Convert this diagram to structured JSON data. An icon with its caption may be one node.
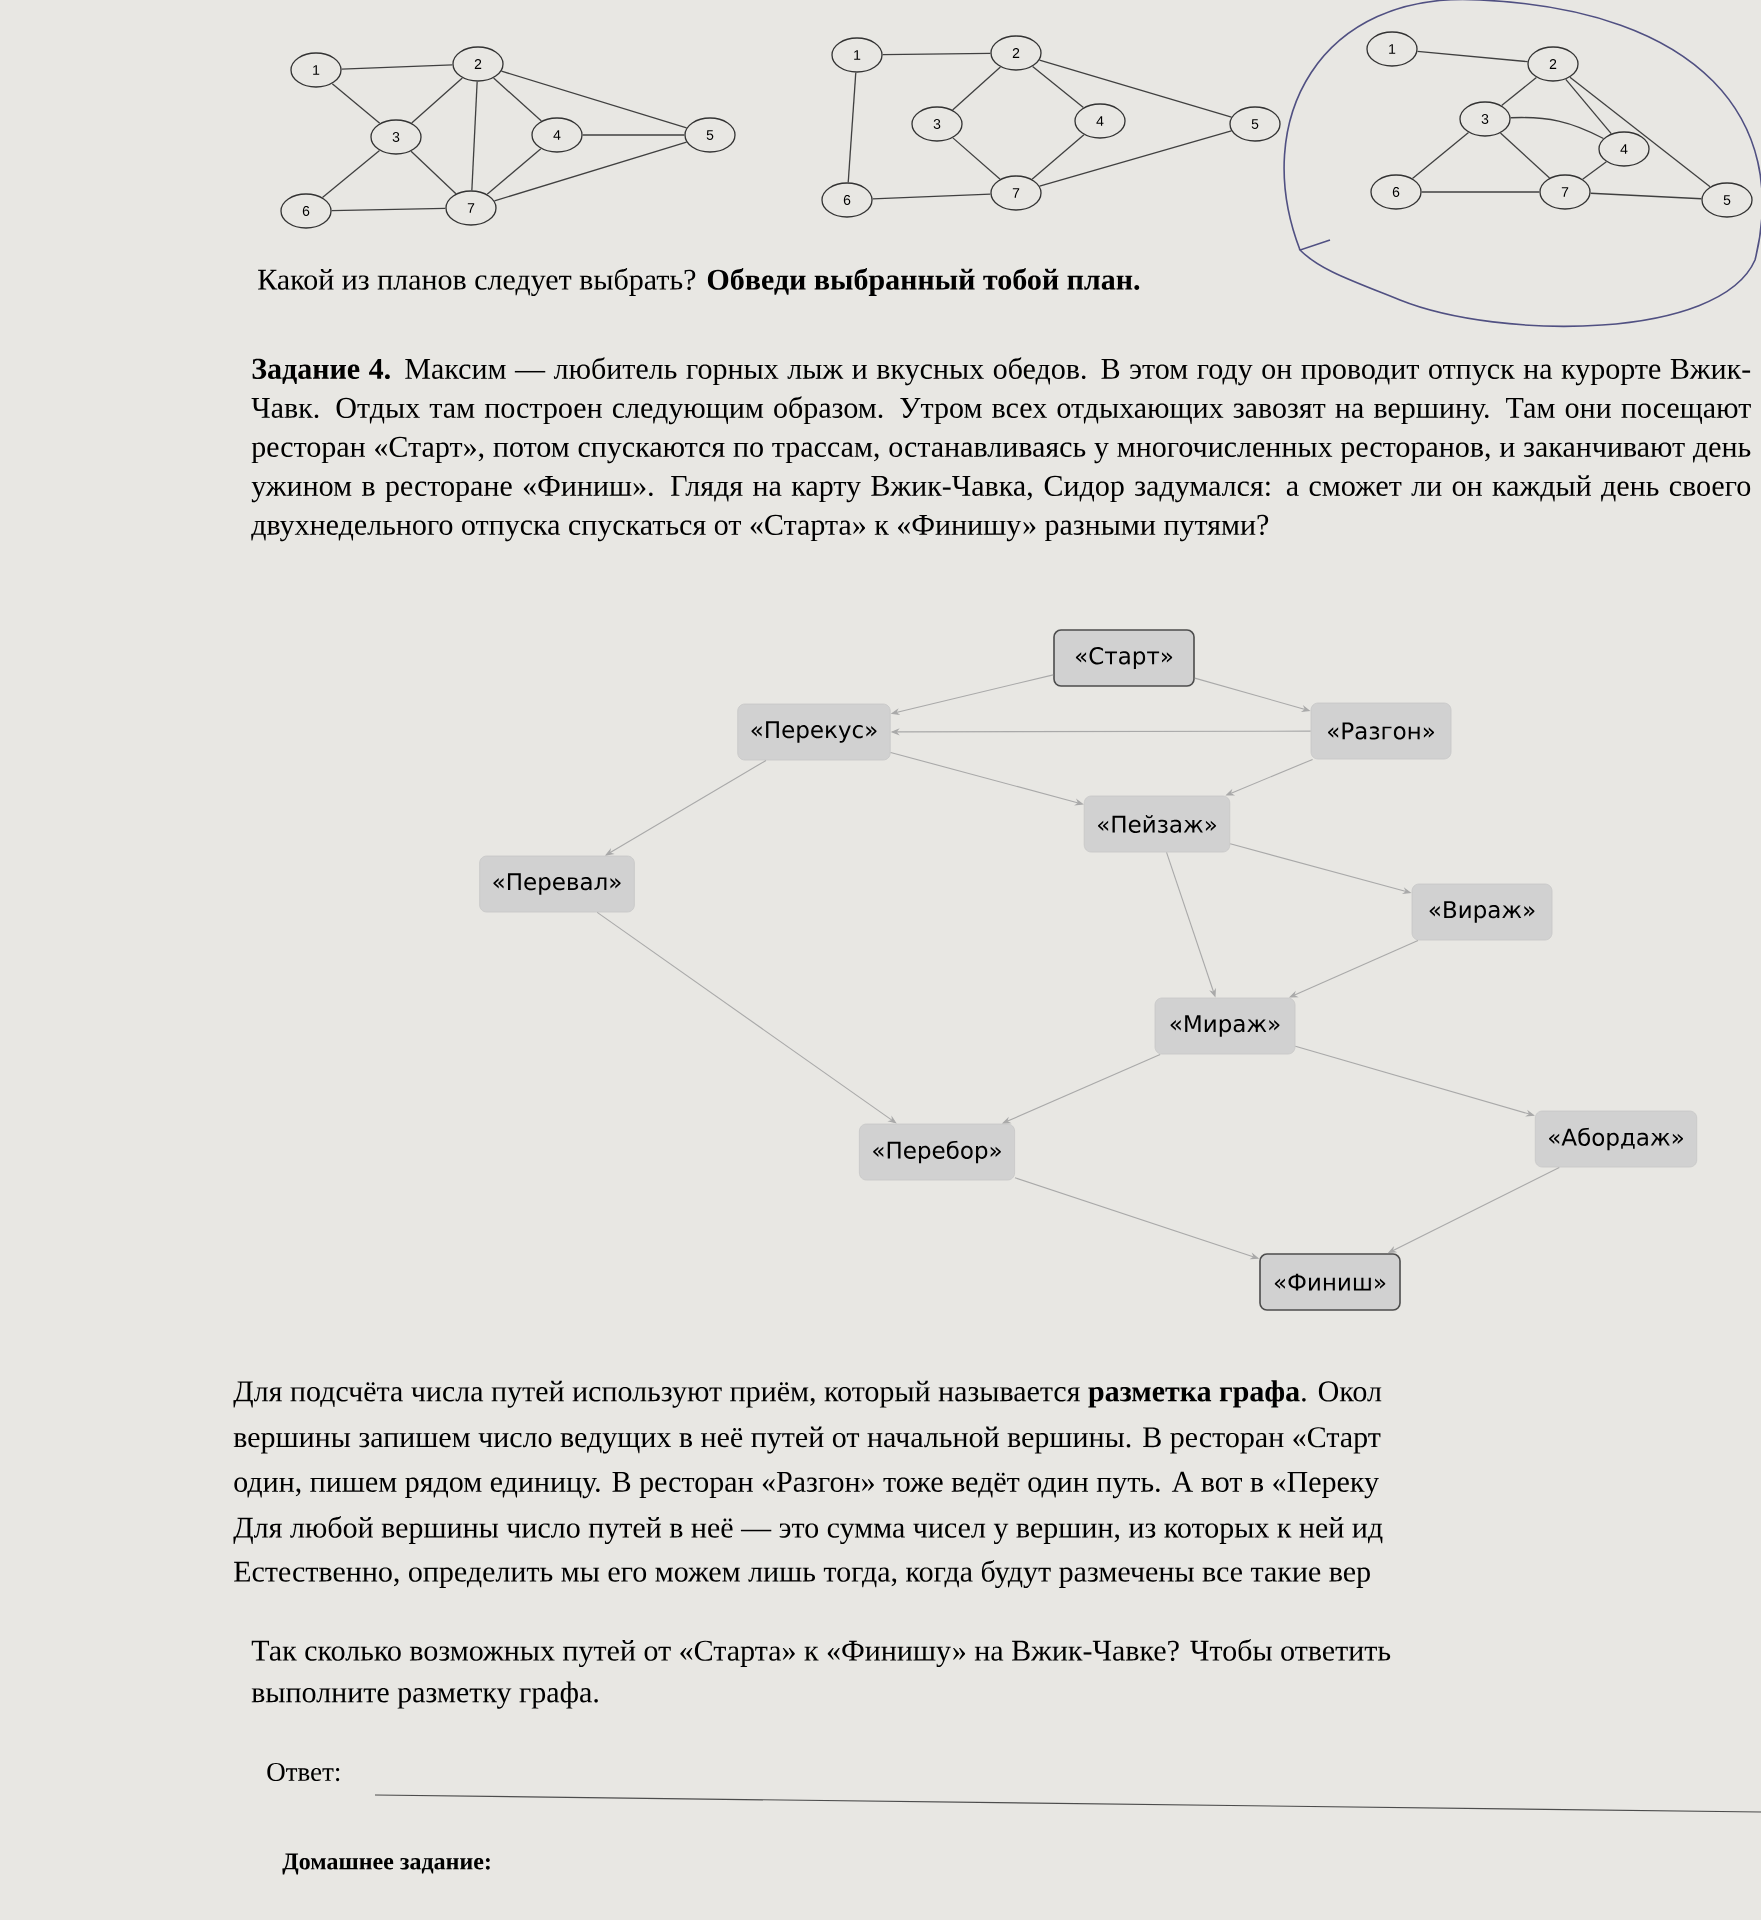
{
  "diagram": {
    "nodes": [
      {
        "text": [
          "1"
        ]
      },
      {
        "text": [
          "2"
        ]
      },
      {
        "text": [
          "3"
        ]
      },
      {
        "text": [
          "4"
        ]
      },
      {
        "text": [
          "5"
        ]
      },
      {
        "text": [
          "6"
        ]
      },
      {
        "text": [
          "7"
        ]
      },
      {
        "text": [
          "1"
        ]
      },
      {
        "text": [
          "2"
        ]
      },
      {
        "text": [
          "3"
        ]
      },
      {
        "text": [
          "4"
        ]
      },
      {
        "text": [
          "5"
        ]
      },
      {
        "text": [
          "6"
        ]
      },
      {
        "text": [
          "7"
        ]
      },
      {
        "text": [
          "1"
        ]
      },
      {
        "text": [
          "2"
        ]
      },
      {
        "text": [
          "3"
        ]
      },
      {
        "text": [
          "4"
        ]
      },
      {
        "text": [
          "5"
        ]
      },
      {
        "text": [
          "6"
        ]
      },
      {
        "text": [
          "7"
        ]
      },
      {
        "text": [
          "«Старт»"
        ]
      },
      {
        "text": [
          "«Перекус»"
        ]
      },
      {
        "text": [
          "«Разгон»"
        ]
      },
      {
        "text": [
          "«Пейзаж»"
        ]
      },
      {
        "text": [
          "«Перевал»"
        ]
      },
      {
        "text": [
          "«Вираж»"
        ]
      },
      {
        "text": [
          "«Мираж»"
        ]
      },
      {
        "text": [
          "«Перебор»"
        ]
      },
      {
        "text": [
          "«Абордаж»"
        ]
      },
      {
        "text": [
          "«Финиш»"
        ]
      }
    ],
    "edges": [
      {
        "from": 0,
        "to": 1,
        "arrow": "none"
      },
      {
        "from": 0,
        "to": 2,
        "arrow": "none"
      },
      {
        "from": 1,
        "to": 2,
        "arrow": "none"
      },
      {
        "from": 1,
        "to": 6,
        "arrow": "none"
      },
      {
        "from": 1,
        "to": 3,
        "arrow": "none"
      },
      {
        "from": 1,
        "to": 4,
        "arrow": "none"
      },
      {
        "from": 2,
        "to": 6,
        "arrow": "none"
      },
      {
        "from": 2,
        "to": 5,
        "arrow": "none"
      },
      {
        "from": 3,
        "to": 4,
        "arrow": "none"
      },
      {
        "from": 3,
        "to": 6,
        "arrow": "none"
      },
      {
        "from": 5,
        "to": 6,
        "arrow": "none"
      },
      {
        "from": 6,
        "to": 4,
        "arrow": "none"
      },
      {
        "from": 7,
        "to": 8,
        "arrow": "none"
      },
      {
        "from": 7,
        "to": 12,
        "arrow": "none"
      },
      {
        "from": 8,
        "to": 9,
        "arrow": "none"
      },
      {
        "from": 8,
        "to": 10,
        "arrow": "none"
      },
      {
        "from": 8,
        "to": 11,
        "arrow": "none"
      },
      {
        "from": 9,
        "to": 13,
        "arrow": "none"
      },
      {
        "from": 10,
        "to": 13,
        "arrow": "none"
      },
      {
        "from": 12,
        "to": 13,
        "arrow": "none"
      },
      {
        "from": 13,
        "to": 11,
        "arrow": "none"
      },
      {
        "from": 14,
        "to": 15,
        "arrow": "none"
      },
      {
        "from": 16,
        "to": 15,
        "arrow": "none"
      },
      {
        "from": 16,
        "to": 19,
        "arrow": "none"
      },
      {
        "from": 16,
        "to": 17,
        "arrow": "none"
      },
      {
        "from": 16,
        "to": 20,
        "arrow": "none"
      },
      {
        "from": 15,
        "to": 17,
        "arrow": "none"
      },
      {
        "from": 15,
        "to": 18,
        "arrow": "none"
      },
      {
        "from": 19,
        "to": 20,
        "arrow": "none"
      },
      {
        "from": 20,
        "to": 17,
        "arrow": "none"
      },
      {
        "from": 20,
        "to": 18,
        "arrow": "none"
      },
      {
        "from": 21,
        "to": 22,
        "arrow": "to",
        "color": "#a9a9a9"
      },
      {
        "from": 21,
        "to": 23,
        "arrow": "to",
        "color": "#a9a9a9"
      },
      {
        "from": 23,
        "to": 22,
        "arrow": "to",
        "color": "#a9a9a9"
      },
      {
        "from": 22,
        "to": 24,
        "arrow": "to",
        "color": "#a9a9a9"
      },
      {
        "from": 23,
        "to": 24,
        "arrow": "to",
        "color": "#a9a9a9"
      },
      {
        "from": 22,
        "to": 25,
        "arrow": "to",
        "color": "#a9a9a9"
      },
      {
        "from": 24,
        "to": 26,
        "arrow": "to",
        "color": "#a9a9a9"
      },
      {
        "from": 24,
        "to": 27,
        "arrow": "to",
        "color": "#a9a9a9"
      },
      {
        "from": 26,
        "to": 27,
        "arrow": "to",
        "color": "#a9a9a9"
      },
      {
        "from": 25,
        "to": 28,
        "arrow": "to",
        "color": "#a9a9a9"
      },
      {
        "from": 27,
        "to": 28,
        "arrow": "to",
        "color": "#a9a9a9"
      },
      {
        "from": 27,
        "to": 29,
        "arrow": "to",
        "color": "#a9a9a9"
      },
      {
        "from": 28,
        "to": 30,
        "arrow": "to",
        "color": "#a9a9a9"
      },
      {
        "from": 29,
        "to": 30,
        "arrow": "to",
        "color": "#a9a9a9"
      }
    ],
    "labels": [
      "Какой из планов следует выбрать? **Обведи выбранный тобой план.**",
      "**Задание 4.** Максим — любитель горных лыж и вкусных обедов. В этом году он проводит отпуск на курорте Вжик-Чавк. Отдых там построен следующим образом. Утром всех отдыхающих завозят на вершину. Там они посещают ресторан «Старт», потом спускаются по трассам, останавливаясь у многочисленных ресторанов, и заканчивают день ужином в ресторане «Финиш». Глядя на карту Вжик-Чавка, Сидор задумался: а сможет ли он каждый день своего двухнедельного отпуска спускаться от «Старта» к «Финишу» разными путями?",
      "Для подсчёта числа путей используют приём, который называется **разметка графа**. Окол",
      "вершины запишем число ведущих в неё путей от начальной вершины. В ресторан «Старт",
      "один, пишем рядом единицу. В ресторан «Разгон» тоже ведёт один путь. А вот в «Переку",
      "Для любой вершины число путей в неё — это сумма чисел у вершин, из которых к ней ид",
      "Естественно, определить мы его можем лишь тогда, когда будут размечены все такие вер",
      "Так сколько возможных путей от «Старта» к «Финишу» на Вжик-Чавке? Чтобы ответить",
      "выполните разметку графа.",
      "Ответ:",
      "Домашнее задание:"
    ]
  }
}
